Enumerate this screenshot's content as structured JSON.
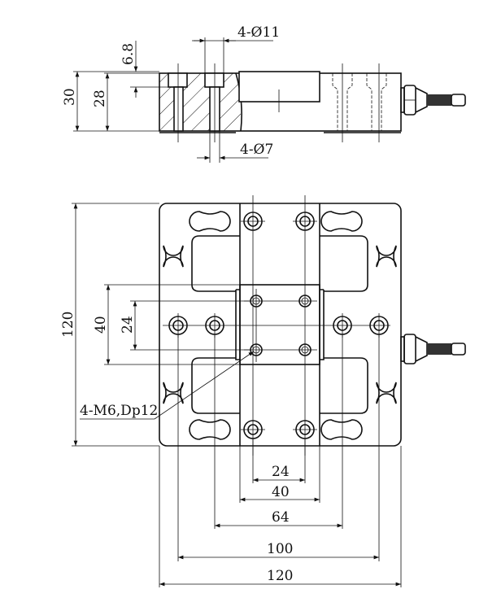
{
  "side_view": {
    "counterbore_label": "4-Ø11",
    "counterbore_depth": "6.8",
    "total_height": "30",
    "body_height": "28",
    "through_hole_label": "4-Ø7"
  },
  "top_view": {
    "overall_height": "120",
    "inner_height_40": "40",
    "inner_height_24": "24",
    "thread_label": "4-M6,Dp12",
    "width_24": "24",
    "width_40": "40",
    "width_64": "64",
    "width_100": "100",
    "width_120": "120"
  }
}
